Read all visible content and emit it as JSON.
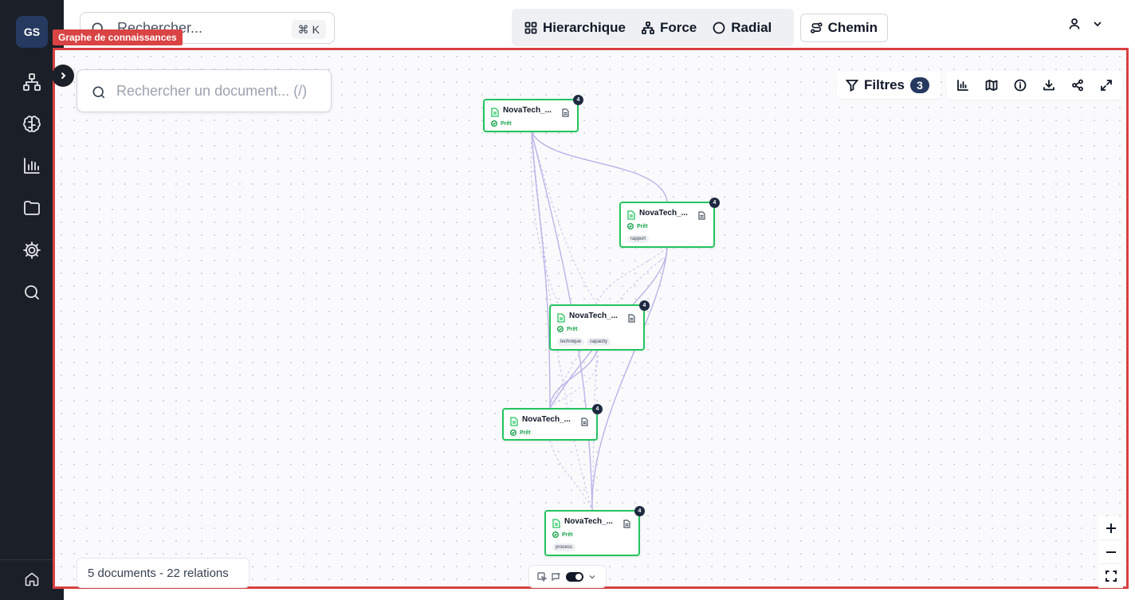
{
  "sidebar": {
    "logo": "GS",
    "icons": [
      "hierarchy-icon",
      "brain-icon",
      "bar-chart-icon",
      "folder-icon",
      "gear-icon",
      "search-icon",
      "home-icon"
    ]
  },
  "header": {
    "search_placeholder": "Rechercher...",
    "shortcut_symbol": "⌘",
    "shortcut_key": "K",
    "layouts": [
      "Hierarchique",
      "Force",
      "Radial"
    ],
    "path_button": "Chemin"
  },
  "graph": {
    "frame_label": "Graphe de connaissances",
    "doc_search_placeholder": "Rechercher un document... (/)",
    "filters_label": "Filtres",
    "filters_count": "3",
    "stats": "5 documents - 22 relations",
    "zoom_in": "+",
    "zoom_out": "−",
    "nodes": [
      {
        "title": "NovaTech_...",
        "status": "Prêt",
        "count": "4",
        "tags": []
      },
      {
        "title": "NovaTech_...",
        "status": "Prêt",
        "count": "4",
        "tags": [
          "rapport"
        ]
      },
      {
        "title": "NovaTech_...",
        "status": "Prêt",
        "count": "4",
        "tags": [
          "technique",
          "capacity"
        ]
      },
      {
        "title": "NovaTech_...",
        "status": "Prêt",
        "count": "4",
        "tags": []
      },
      {
        "title": "NovaTech_...",
        "status": "Prêt",
        "count": "4",
        "tags": [
          "process"
        ]
      }
    ]
  },
  "colors": {
    "sidebar_bg": "#1b1f27",
    "accent": "#26395f",
    "node_border": "#22c55e",
    "frame_border": "#d84040",
    "edge": "#b9b3e6"
  }
}
